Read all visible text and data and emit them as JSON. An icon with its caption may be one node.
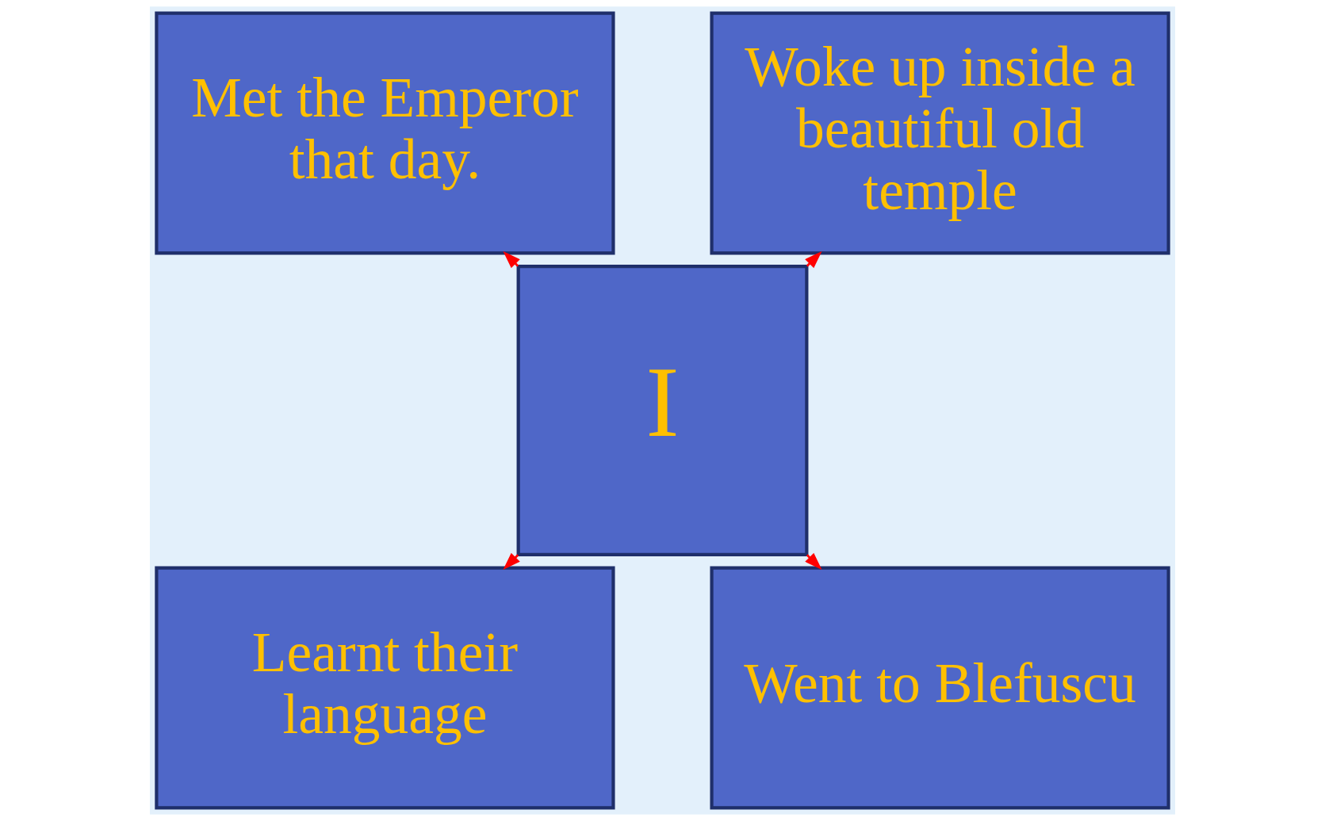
{
  "diagram": {
    "nodes": [
      {
        "text": [
          "Woke up inside a beautiful old temple"
        ]
      },
      {
        "text": [
          "Met the Emperor that day."
        ]
      },
      {
        "text": [
          "I"
        ]
      },
      {
        "text": [
          "Learnt their language"
        ]
      },
      {
        "text": [
          "Went to Blefuscu"
        ]
      }
    ],
    "edges": [
      {
        "from": 2,
        "to": 0,
        "arrow": "to"
      },
      {
        "from": 2,
        "to": 1,
        "arrow": "to"
      },
      {
        "from": 2,
        "to": 3,
        "arrow": "to"
      },
      {
        "from": 2,
        "to": 4,
        "arrow": "to"
      }
    ]
  }
}
